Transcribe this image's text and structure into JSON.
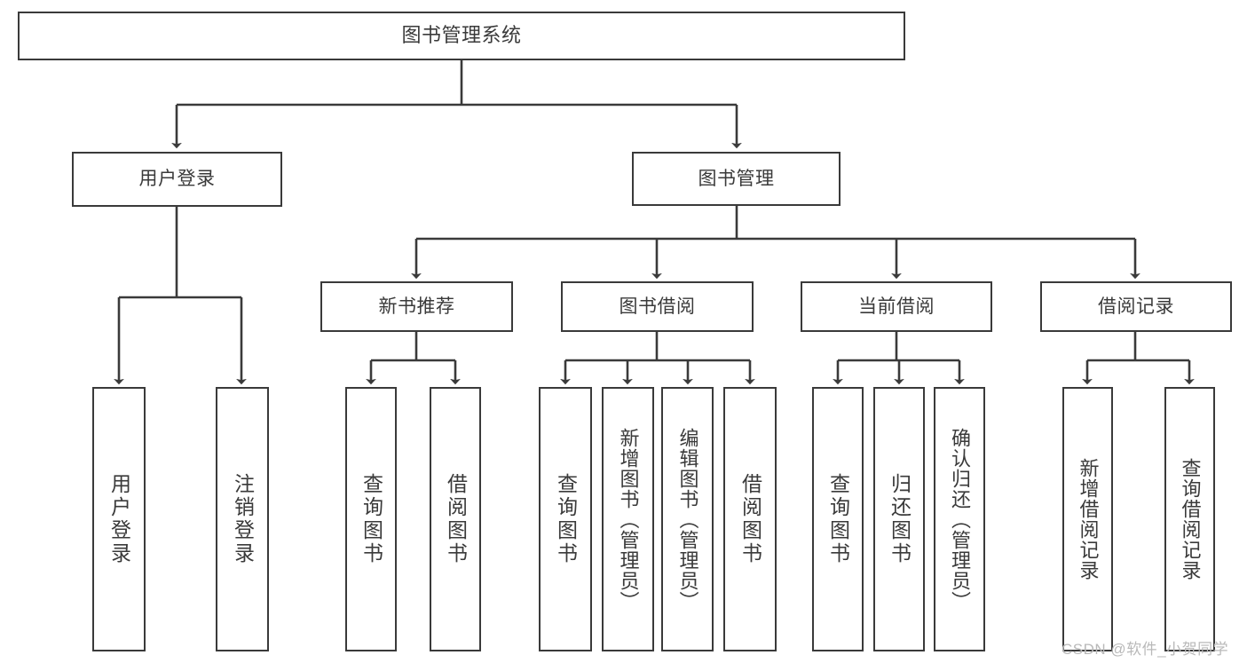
{
  "diagram": {
    "type": "tree",
    "title": "图书管理系统",
    "orientation": "top-down",
    "colors": {
      "node_border": "#3a3a3a",
      "node_fill": "#ffffff",
      "edge": "#3a3a3a",
      "text": "#3a3a3a",
      "background": "#ffffff",
      "watermark": "#b9b9b9"
    },
    "levels": 3
  },
  "nodes": {
    "root": {
      "label": "图书管理系统"
    },
    "level1": [
      {
        "label": "用户登录"
      },
      {
        "label": "图书管理"
      }
    ],
    "level2": [
      {
        "label": "新书推荐"
      },
      {
        "label": "图书借阅"
      },
      {
        "label": "当前借阅"
      },
      {
        "label": "借阅记录"
      }
    ],
    "leaves_user_login": [
      {
        "label": "用户登录"
      },
      {
        "label": "注销登录"
      }
    ],
    "leaves_new_book": [
      {
        "label": "查询图书"
      },
      {
        "label": "借阅图书"
      }
    ],
    "leaves_borrow": [
      {
        "label": "查询图书"
      },
      {
        "label": "新增图书（管理员）"
      },
      {
        "label": "编辑图书（管理员）"
      },
      {
        "label": "借阅图书"
      }
    ],
    "leaves_current": [
      {
        "label": "查询图书"
      },
      {
        "label": "归还图书"
      },
      {
        "label": "确认归还（管理员）"
      }
    ],
    "leaves_record": [
      {
        "label": "新增借阅记录"
      },
      {
        "label": "查询借阅记录"
      }
    ]
  },
  "watermark": {
    "text": "CSDN @软件_小贺同学"
  }
}
